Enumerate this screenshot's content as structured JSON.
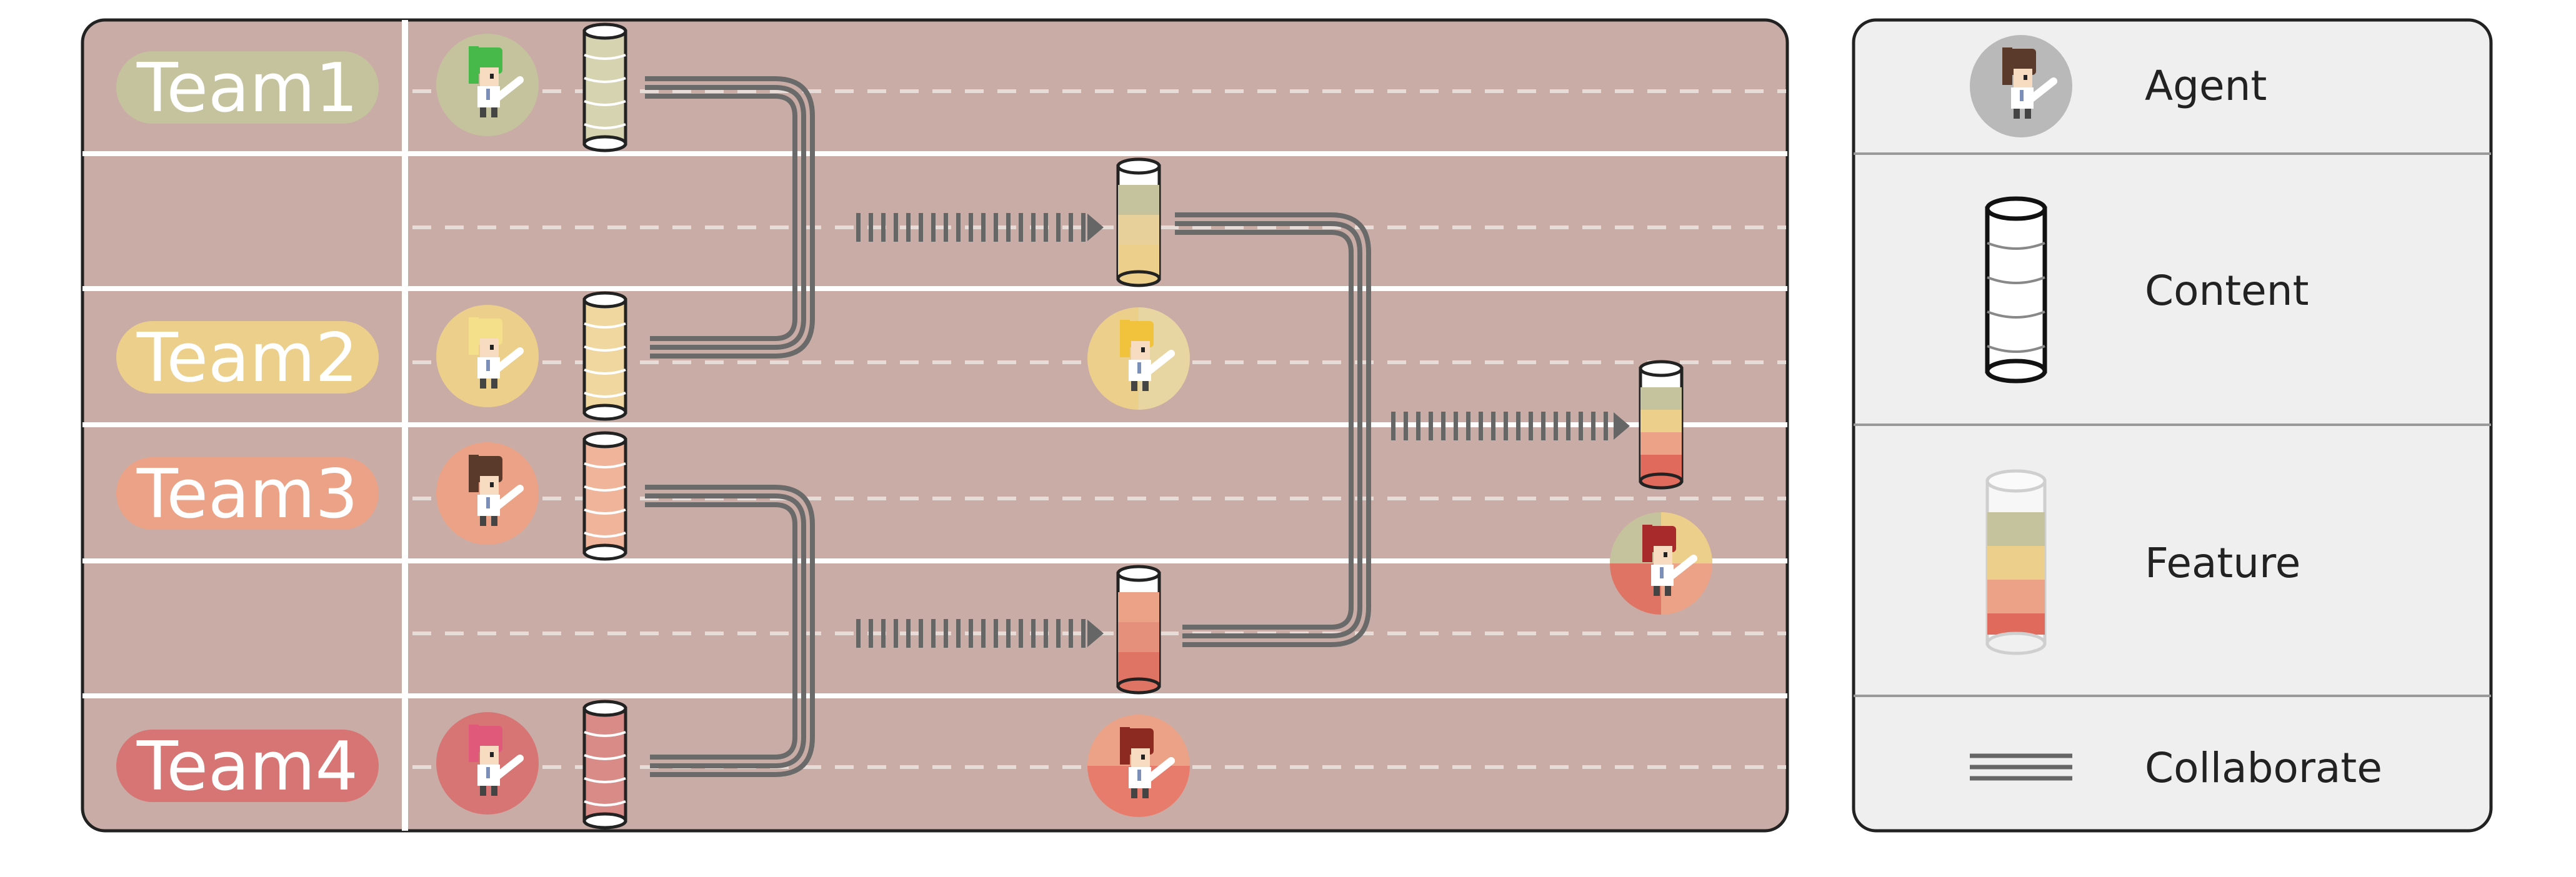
{
  "teams": [
    {
      "label": "Team1",
      "color": "#c5c39d"
    },
    {
      "label": "Team2",
      "color": "#edcf8c"
    },
    {
      "label": "Team3",
      "color": "#eba286"
    },
    {
      "label": "Team4",
      "color": "#d77575"
    }
  ],
  "legend": {
    "agent": "Agent",
    "content": "Content",
    "feature": "Feature",
    "collaborate": "Collaborate"
  },
  "colors": {
    "board_bg": "#c9aca6",
    "legend_bg": "#eeefee",
    "line": "#666666",
    "team1": "#c5c39d",
    "team2": "#edcf8c",
    "team3": "#eba286",
    "team4": "#d77575"
  },
  "icons": [
    "agent-icon",
    "content-cylinder-icon",
    "feature-cylinder-icon",
    "collaborate-lines-icon",
    "arrow-icon"
  ]
}
